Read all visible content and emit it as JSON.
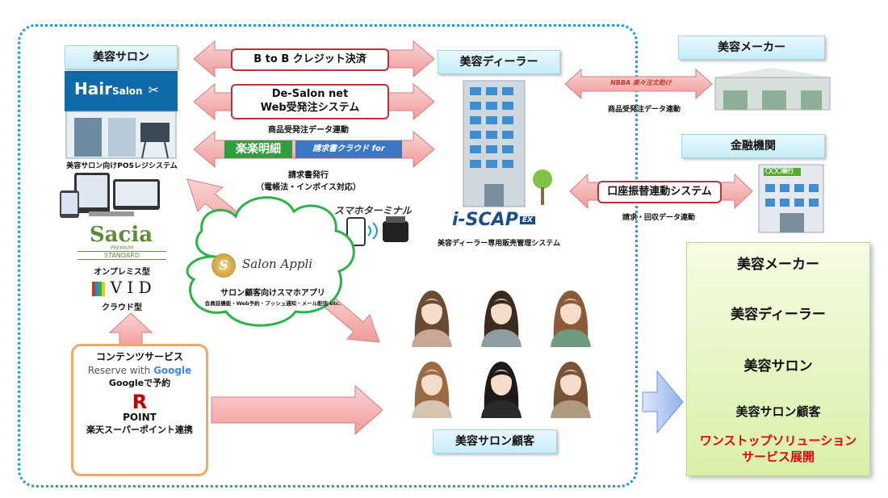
{
  "salon": {
    "title": "美容サロン",
    "logo_main": "Hair",
    "logo_sub": "Salon",
    "pos_caption": "美容サロン向けPOSレジシステム"
  },
  "dealer": {
    "title": "美容ディーラー",
    "system_caption": "美容ディーラー専用販売管理システム",
    "logo": "i-SCAP",
    "logo_badge": "EX"
  },
  "maker": {
    "title": "美容メーカー",
    "sign": "NBBA 楽々注文助け",
    "caption": "商品受発注データ連動"
  },
  "bank": {
    "title": "金融機関",
    "button": "口座振替連動システム",
    "caption": "請求・回収データ連動",
    "sign": "〇〇〇銀行"
  },
  "middle": {
    "credit_btn": "B to B クレジット決済",
    "desalon_line1": "De-Salon net",
    "desalon_line2": "Web受発注システム",
    "order_caption": "商品受発注データ連動",
    "rakumeisai": "楽楽明細",
    "invoice_logo": "請求書クラウド for Beauty",
    "invoice_caption1": "請求書発行",
    "invoice_caption2": "（電帳法・インボイス対応）"
  },
  "terminal": {
    "label": "スマホターミナル"
  },
  "products": {
    "sacia": "Sacia",
    "sacia_sub": "STANDARD",
    "sacia_premium": "PREMIUM",
    "onprem": "オンプレミス型",
    "vid": "V I D",
    "cloud": "クラウド型"
  },
  "app": {
    "name": "Salon Appli",
    "caption": "サロン顧客向けスマホアプリ",
    "features": "会員証機能・Web予約・プッシュ通知・メール配信 etc."
  },
  "content": {
    "title": "コンテンツサービス",
    "reserve": "Reserve with",
    "google": "Google",
    "google_yoyaku": "Googleで予約",
    "point": "POINT",
    "rakuten": "楽天スーパーポイント連携"
  },
  "customers": {
    "title": "美容サロン顧客"
  },
  "summary": {
    "maker": "美容メーカー",
    "dealer": "美容ディーラー",
    "salon": "美容サロン",
    "customer": "美容サロン顧客",
    "slogan1": "ワンストップソリューション",
    "slogan2": "サービス展開"
  },
  "colors": {
    "arrow_red": "#f3b0b0",
    "frame_blue": "#1e9bd7",
    "cloud_green": "#2bb34a",
    "slogan_red": "#e60012",
    "summary_arrow": "#f7c79a"
  }
}
